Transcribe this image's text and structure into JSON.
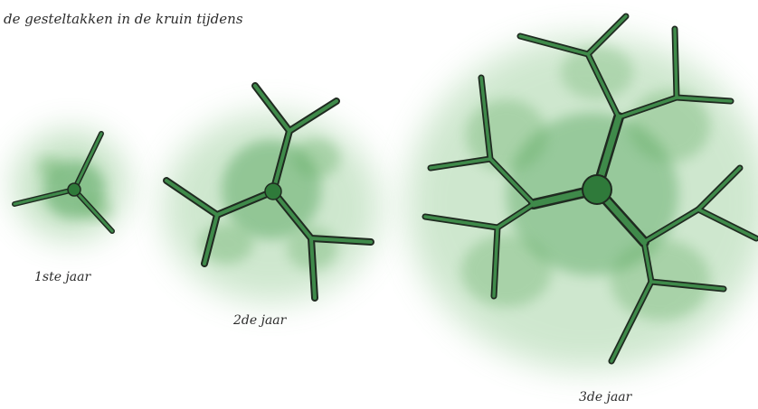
{
  "caption": "de gesteltakken in de kruin tijdens",
  "stages": [
    {
      "label": "1ste jaar"
    },
    {
      "label": "2de jaar"
    },
    {
      "label": "3de jaar"
    }
  ],
  "colors": {
    "foliage": "#4c9a4c",
    "branch_fill": "#3f8a4a",
    "branch_outline": "#1f2a20",
    "text": "#2c2c2c"
  }
}
